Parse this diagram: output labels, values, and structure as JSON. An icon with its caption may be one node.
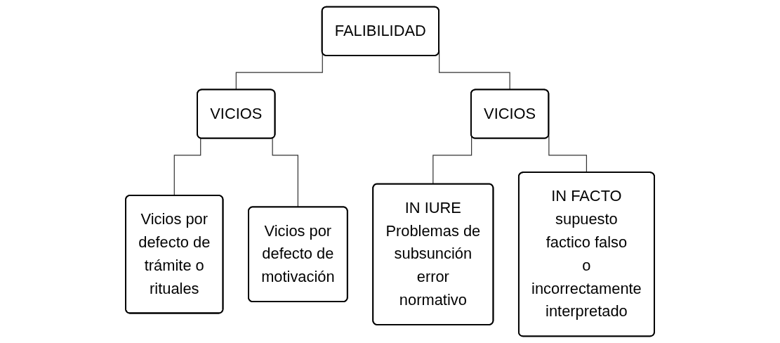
{
  "diagram": {
    "nodes": [
      {
        "text": [
          "FALIBILIDAD"
        ]
      },
      {
        "text": [
          "VICIOS"
        ]
      },
      {
        "text": [
          "VICIOS"
        ]
      },
      {
        "text": [
          "Vicios por defecto de trámite o rituales"
        ]
      },
      {
        "text": [
          "Vicios por defecto de motivación"
        ]
      },
      {
        "text": [
          "IN IURE Problemas de subsunción error normativo"
        ]
      },
      {
        "text": [
          "IN FACTO supuesto factico falso o incorrectamente interpretado"
        ]
      }
    ],
    "edges": [
      {
        "from": 0,
        "to": 1,
        "arrow": "none"
      },
      {
        "from": 0,
        "to": 2,
        "arrow": "none"
      },
      {
        "from": 1,
        "to": 3,
        "arrow": "none"
      },
      {
        "from": 1,
        "to": 4,
        "arrow": "none"
      },
      {
        "from": 2,
        "to": 5,
        "arrow": "none"
      },
      {
        "from": 2,
        "to": 6,
        "arrow": "none"
      }
    ]
  }
}
